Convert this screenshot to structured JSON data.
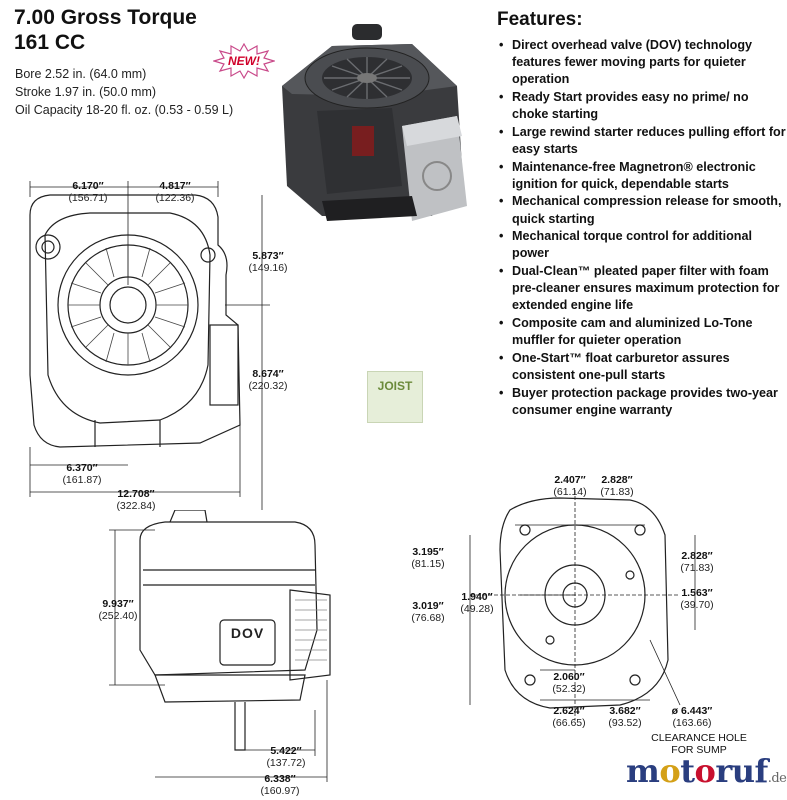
{
  "header": {
    "title_line1": "7.00 Gross Torque",
    "title_line2": "161 CC",
    "bore": "Bore 2.52 in. (64.0 mm)",
    "stroke": "Stroke 1.97 in. (50.0 mm)",
    "oil": "Oil Capacity 18-20 fl. oz. (0.53 - 0.59 L)"
  },
  "badge": {
    "new": "NEW!"
  },
  "features": {
    "title": "Features:",
    "items": [
      "Direct overhead valve (DOV) technology features fewer moving parts for quieter operation",
      "Ready Start provides easy no prime/ no choke starting",
      "Large rewind starter reduces pulling effort for easy starts",
      "Maintenance-free Magnetron® electronic ignition for quick, dependable starts",
      "Mechanical compression release for smooth, quick starting",
      "Mechanical torque control for additional power",
      "Dual-Clean™ pleated paper filter with foam pre-cleaner ensures maximum protection for extended engine life",
      "Composite cam and aluminized Lo-Tone muffler for quieter operation",
      "One-Start™ float carburetor assures consistent one-pull starts",
      "Buyer protection package provides two-year consumer engine warranty"
    ]
  },
  "top_view": {
    "d1": {
      "in": "6.170″",
      "mm": "(156.71)"
    },
    "d2": {
      "in": "4.817″",
      "mm": "(122.36)"
    },
    "d3": {
      "in": "5.873″",
      "mm": "(149.16)"
    },
    "d4": {
      "in": "8.674″",
      "mm": "(220.32)"
    },
    "d5": {
      "in": "6.370″",
      "mm": "(161.87)"
    },
    "d6": {
      "in": "12.708″",
      "mm": "(322.84)"
    }
  },
  "side_view": {
    "d1": {
      "in": "9.937″",
      "mm": "(252.40)"
    },
    "d2": {
      "in": "5.422″",
      "mm": "(137.72)"
    },
    "d3": {
      "in": "6.338″",
      "mm": "(160.97)"
    },
    "label_dov": "DOV"
  },
  "bottom_view": {
    "d1": {
      "in": "2.407″",
      "mm": "(61.14)"
    },
    "d2": {
      "in": "2.828″",
      "mm": "(71.83)"
    },
    "d3": {
      "in": "3.195″",
      "mm": "(81.15)"
    },
    "d4": {
      "in": "2.828″",
      "mm": "(71.83)"
    },
    "d5": {
      "in": "1.940″",
      "mm": "(49.28)"
    },
    "d6": {
      "in": "1.563″",
      "mm": "(39.70)"
    },
    "d7": {
      "in": "3.019″",
      "mm": "(76.68)"
    },
    "d8": {
      "in": "2.060″",
      "mm": "(52.32)"
    },
    "d9": {
      "in": "2.624″",
      "mm": "(66.65)"
    },
    "d10": {
      "in": "3.682″",
      "mm": "(93.52)"
    },
    "d11": {
      "in": "ø 6.443″",
      "mm": "(163.66)"
    },
    "note_line1": "CLEARANCE HOLE",
    "note_line2": "FOR SUMP"
  },
  "watermark": {
    "brand": "JOIST"
  },
  "logo": {
    "text": "motoruf",
    "suffix": ".de"
  }
}
